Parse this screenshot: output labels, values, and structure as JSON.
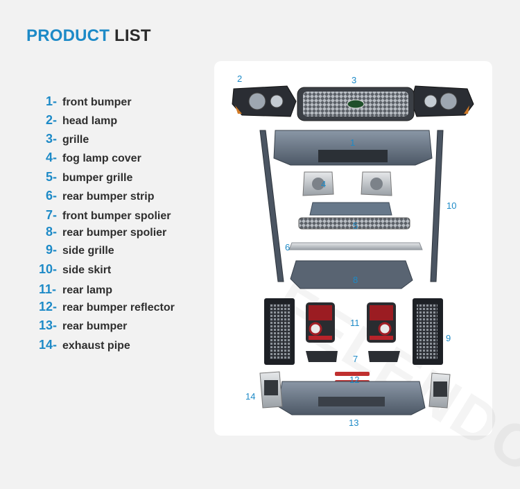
{
  "title": {
    "highlight": "PRODUCT",
    "rest": "LIST"
  },
  "watermark": "FELENDO",
  "items": [
    {
      "num": "1-",
      "label": "front bumper"
    },
    {
      "num": "2-",
      "label": "head lamp"
    },
    {
      "num": "3-",
      "label": "grille"
    },
    {
      "num": "4-",
      "label": "fog lamp cover"
    },
    {
      "num": "5-",
      "label": "bumper grille"
    },
    {
      "num": "6-",
      "label": "rear bumper strip"
    },
    {
      "num": "7-",
      "label": "front bumper spolier"
    },
    {
      "num": "8-",
      "label": "rear bumper spolier"
    },
    {
      "num": "9-",
      "label": "side grille"
    },
    {
      "num": "10-",
      "label": "side skirt"
    },
    {
      "num": "11-",
      "label": "rear lamp"
    },
    {
      "num": "12-",
      "label": "rear bumper reflector"
    },
    {
      "num": "13-",
      "label": "rear bumper"
    },
    {
      "num": "14-",
      "label": "exhaust pipe"
    }
  ],
  "part_labels": {
    "p1": "1",
    "p2": "2",
    "p3": "3",
    "p4": "4",
    "p5": "5",
    "p6": "6",
    "p7": "7",
    "p8": "8",
    "p9": "9",
    "p10": "10",
    "p11": "11",
    "p12": "12",
    "p13": "13",
    "p14": "14"
  },
  "colors": {
    "accent": "#1d8ac7",
    "text": "#2e2e2e",
    "panel": "#ffffff",
    "background": "#f2f2f2"
  }
}
